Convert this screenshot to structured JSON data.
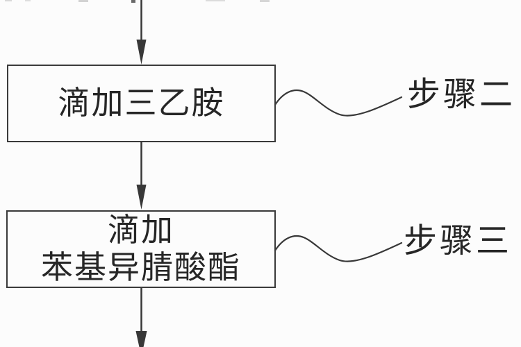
{
  "diagram": {
    "type": "flowchart",
    "language": "zh",
    "colors": {
      "background": "#fcfcfc",
      "line": "#383838",
      "text": "#262626",
      "box_border": "#3a3a3a"
    },
    "nodes": [
      {
        "id": "step2-box",
        "lines": [
          "滴加三乙胺"
        ]
      },
      {
        "id": "step3-box",
        "lines": [
          "滴加",
          "苯基异腈酸酯"
        ]
      }
    ],
    "callouts": [
      {
        "id": "step2-label",
        "text": "步骤二"
      },
      {
        "id": "step3-label",
        "text": "步骤三"
      }
    ]
  }
}
